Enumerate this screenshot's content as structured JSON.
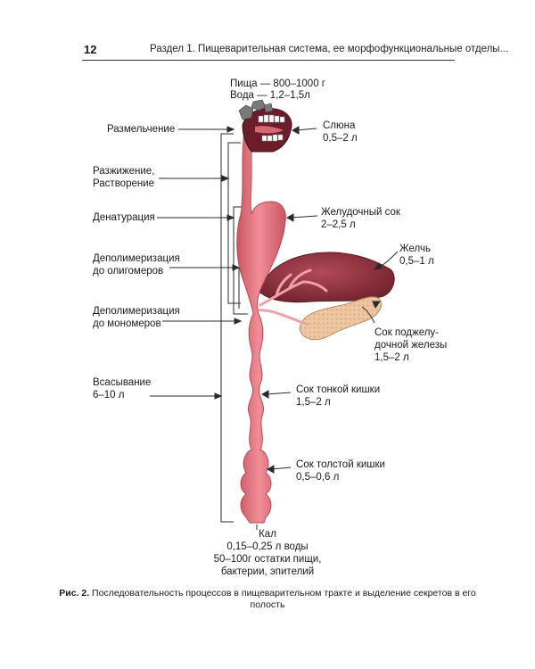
{
  "page_number": "12",
  "running_head": "Раздел 1. Пищеварительная система, ее морфофункциональные отделы...",
  "intake": {
    "line1": "Пища — 800–1000 г",
    "line2": "Вода — 1,2–1,5л"
  },
  "processes": {
    "grinding": "Размельчение",
    "liquefaction": "Разжижение,\nРастворение",
    "denaturation": "Денатурация",
    "depoly_oligo": "Деполимеризация\nдо олигомеров",
    "depoly_mono": "Деполимеризация\nдо мономеров",
    "absorption": "Всасывание\n6–10 л"
  },
  "secretions": {
    "saliva": "Слюна\n0,5–2 л",
    "gastric": "Желудочный сок\n2–2,5 л",
    "bile": "Желчь\n0,5–1 л",
    "pancreatic": "Сок поджелу-\nдочной железы\n1,5–2 л",
    "intestinal": "Сок тонкой кишки\n1,5–2 л",
    "colon": "Сок толстой кишки\n0,5–0,6 л"
  },
  "output": "Кал\n0,15–0,25 л воды\n50–100г остатки пищи,\nбактерии, эпителий",
  "caption": {
    "label": "Рис. 2.",
    "text": " Последовательность процессов в пищеварительном тракте и выделение секретов в его полость"
  },
  "colors": {
    "tract": "#e0707a",
    "tract_dark": "#b84854",
    "liver": "#8e2f3c",
    "pancreas": "#ecc7a2",
    "mouth": "#6b1e2a",
    "line": "#2a2a2a"
  }
}
